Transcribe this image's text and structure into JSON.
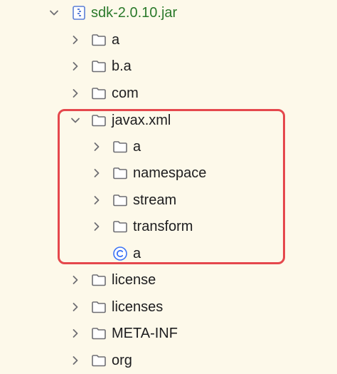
{
  "tree": {
    "jar": {
      "label": "sdk-2.0.10.jar",
      "expanded": true,
      "icon": "jar-file-icon"
    },
    "root_items": [
      {
        "label": "a",
        "icon": "folder-icon",
        "expanded": false
      },
      {
        "label": "b.a",
        "icon": "folder-icon",
        "expanded": false
      },
      {
        "label": "com",
        "icon": "folder-icon",
        "expanded": false
      }
    ],
    "javax": {
      "label": "javax.xml",
      "icon": "folder-icon",
      "expanded": true,
      "children": [
        {
          "label": "a",
          "icon": "folder-icon",
          "expanded": false
        },
        {
          "label": "namespace",
          "icon": "folder-icon",
          "expanded": false
        },
        {
          "label": "stream",
          "icon": "folder-icon",
          "expanded": false
        },
        {
          "label": "transform",
          "icon": "folder-icon",
          "expanded": false
        },
        {
          "label": "a",
          "icon": "class-icon"
        }
      ]
    },
    "after_items": [
      {
        "label": "license",
        "icon": "folder-icon",
        "expanded": false
      },
      {
        "label": "licenses",
        "icon": "folder-icon",
        "expanded": false
      },
      {
        "label": "META-INF",
        "icon": "folder-icon",
        "expanded": false
      },
      {
        "label": "org",
        "icon": "folder-icon",
        "expanded": false
      }
    ]
  },
  "colors": {
    "background": "#fdf9ea",
    "highlight_box": "#e5484d",
    "jar_label": "#2b7a2b",
    "class_icon": "#3d74f5"
  }
}
